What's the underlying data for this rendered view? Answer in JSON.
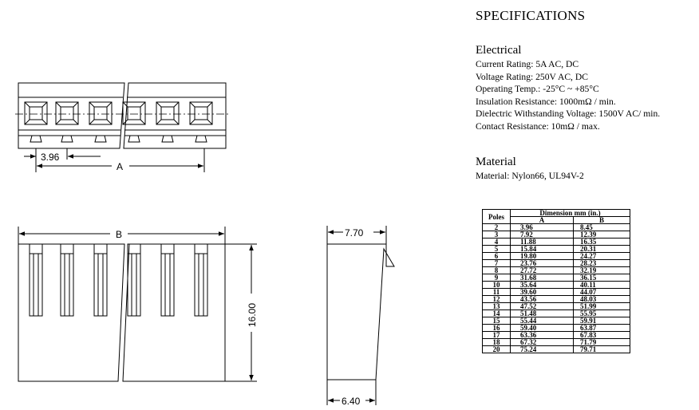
{
  "drawing": {
    "dim_pitch": "3.96",
    "dim_a": "A",
    "dim_b": "B",
    "dim_height": "16.00",
    "dim_top_width": "7.70",
    "dim_bottom_width": "6.40"
  },
  "specifications": {
    "title": "SPECIFICATIONS",
    "electrical": {
      "title": "Electrical",
      "lines": [
        "Current Rating: 5A AC, DC",
        "Voltage Rating: 250V AC, DC",
        "Operating Temp.: -25°C ~ +85°C",
        "Insulation Resistance: 1000mΩ / min.",
        "Dielectric Withstanding Voltage: 1500V AC/ min.",
        "Contact Resistance: 10mΩ / max."
      ]
    },
    "material": {
      "title": "Material",
      "lines": [
        "Material: Nylon66, UL94V-2"
      ]
    }
  },
  "dimension_table": {
    "col_poles": "Poles",
    "group_header": "Dimension mm (in.)",
    "col_a": "A",
    "col_b": "B",
    "rows": [
      [
        "2",
        "3.96",
        "8.45"
      ],
      [
        "3",
        "7.92",
        "12.39"
      ],
      [
        "4",
        "11.88",
        "16.35"
      ],
      [
        "5",
        "15.84",
        "20.31"
      ],
      [
        "6",
        "19.80",
        "24.27"
      ],
      [
        "7",
        "23.76",
        "28.23"
      ],
      [
        "8",
        "27.72",
        "32.19"
      ],
      [
        "9",
        "31.68",
        "36.15"
      ],
      [
        "10",
        "35.64",
        "40.11"
      ],
      [
        "11",
        "39.60",
        "44.07"
      ],
      [
        "12",
        "43.56",
        "48.03"
      ],
      [
        "13",
        "47.52",
        "51.99"
      ],
      [
        "14",
        "51.48",
        "55.95"
      ],
      [
        "15",
        "55.44",
        "59.91"
      ],
      [
        "16",
        "59.40",
        "63.87"
      ],
      [
        "17",
        "63.36",
        "67.83"
      ],
      [
        "18",
        "67.32",
        "71.79"
      ],
      [
        "20",
        "75.24",
        "79.71"
      ]
    ]
  }
}
